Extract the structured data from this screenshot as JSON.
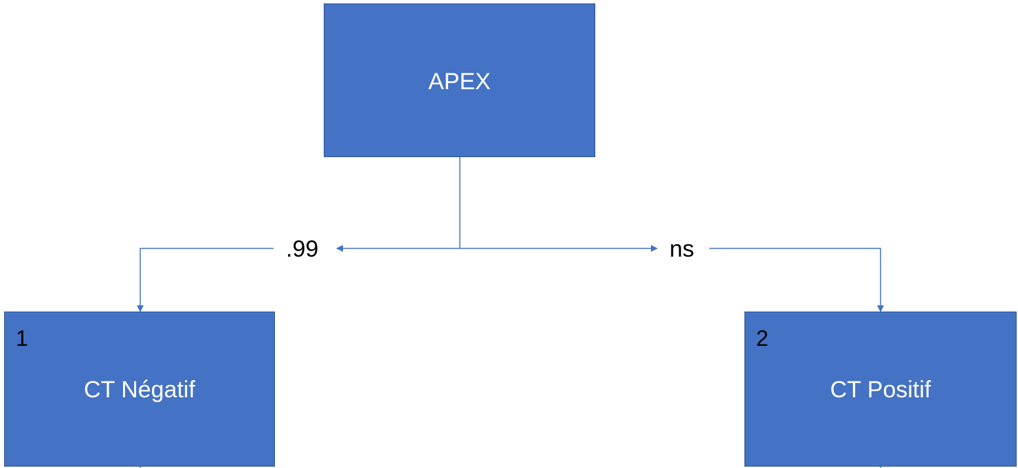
{
  "diagram": {
    "colors": {
      "box_fill": "#4472c4",
      "box_border": "#2f528f",
      "connector": "#4472c4",
      "box_text": "#ffffff",
      "annotation_text": "#000000"
    },
    "root": {
      "label": "APEX"
    },
    "children": [
      {
        "number": "1",
        "label": "CT Négatif",
        "edge_label": ".99"
      },
      {
        "number": "2",
        "label": "CT Positif",
        "edge_label": "ns"
      }
    ]
  }
}
